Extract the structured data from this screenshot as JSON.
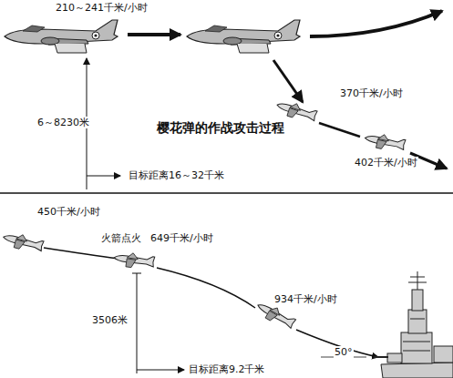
{
  "diagram": {
    "title": "樱花弹的作战攻击过程",
    "labels": [
      "210～241千米/小时",
      "370千米/小时",
      "402千米/小时",
      "6～8230米",
      "目标距离16～32千米",
      "450千米/小时",
      "火箭点火",
      "649千米/小时",
      "3506米",
      "934千米/小时",
      "50°",
      "目标距离9.2千米"
    ]
  }
}
